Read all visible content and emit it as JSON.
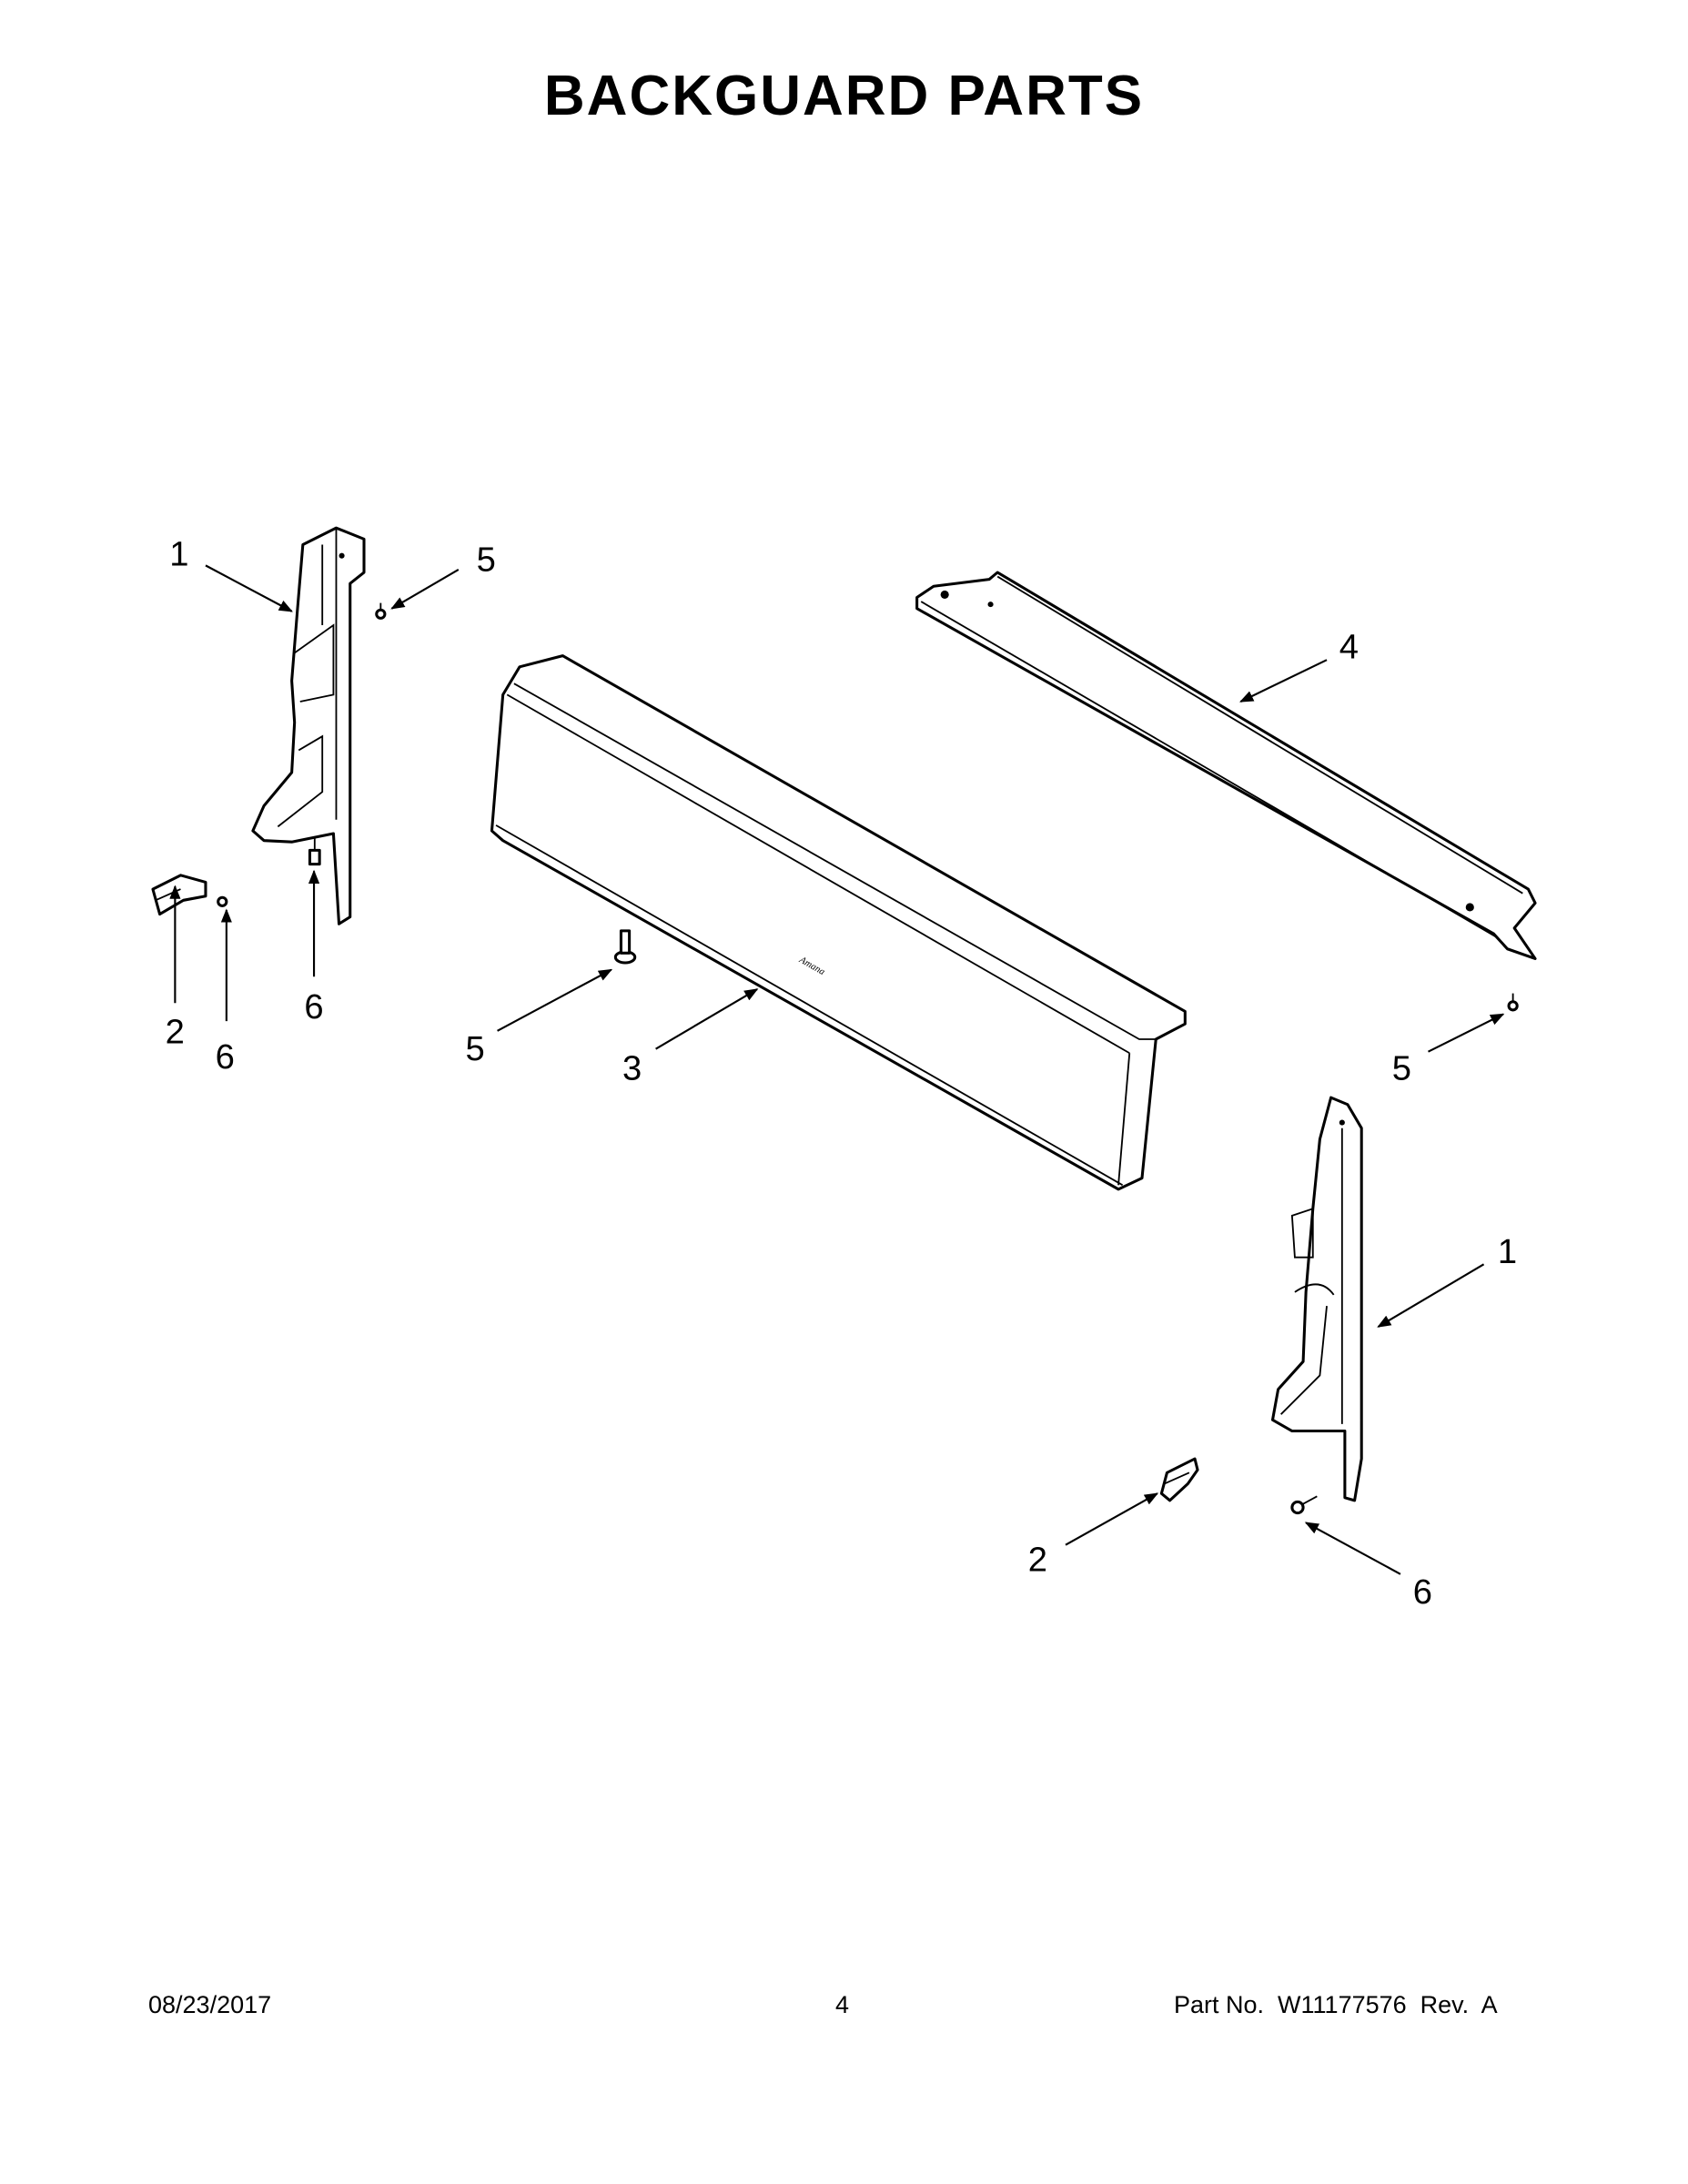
{
  "title": "BACKGUARD PARTS",
  "callouts": {
    "c1": "1",
    "c2": "5",
    "c3": "4",
    "c4": "2",
    "c5": "6",
    "c6": "6",
    "c7": "5",
    "c8": "3",
    "c9": "5",
    "c10": "1",
    "c11": "2",
    "c12": "6"
  },
  "footer": {
    "date": "08/23/2017",
    "page": "4",
    "part_number": "Part No.  W11177576  Rev.  A"
  },
  "logo_text": "Amana"
}
